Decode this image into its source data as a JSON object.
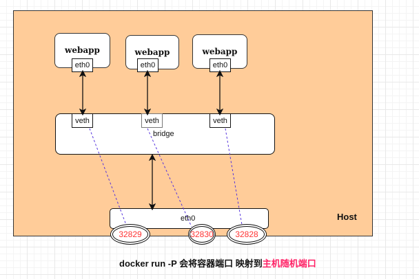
{
  "host": {
    "label": "Host",
    "fill_color": "#ffcc99"
  },
  "containers": [
    {
      "label": "webapp",
      "iface": "eth0",
      "veth": "veth"
    },
    {
      "label": "webapp",
      "iface": "eth0",
      "veth": "veth"
    },
    {
      "label": "webapp",
      "iface": "eth0",
      "veth": "veth"
    }
  ],
  "bridge": {
    "label": "bridge"
  },
  "host_iface": {
    "label": "eth0"
  },
  "ports": [
    "32829",
    "32830",
    "32828"
  ],
  "caption": {
    "prefix": "docker run -P  会将容器端口 映射到",
    "highlight": "主机随机端口",
    "highlight_color": "#ff2266"
  },
  "colors": {
    "port_text": "#ff3333",
    "dashed_line": "#5533dd"
  }
}
